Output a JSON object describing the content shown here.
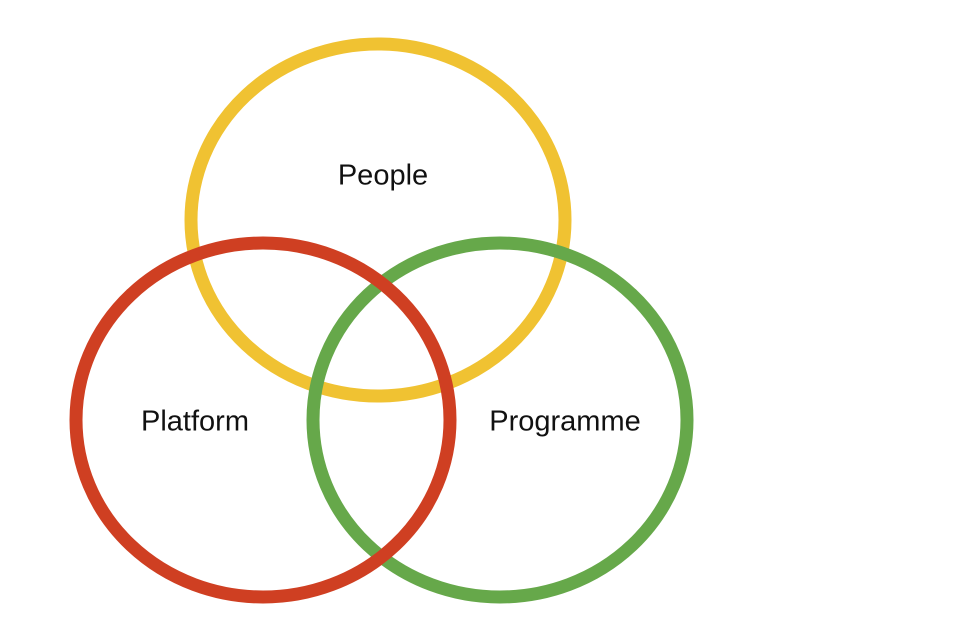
{
  "diagram": {
    "type": "venn",
    "sets": [
      {
        "label": "People",
        "color": "#f0c232"
      },
      {
        "label": "Programme",
        "color": "#66a84a"
      },
      {
        "label": "Platform",
        "color": "#cf3f22"
      }
    ]
  }
}
